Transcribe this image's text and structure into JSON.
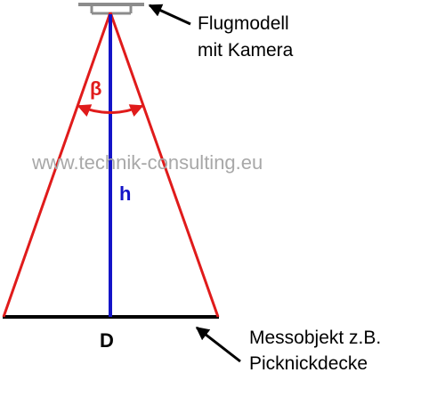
{
  "labels": {
    "camera_line1": "Flugmodell",
    "camera_line2": "mit Kamera",
    "angle_symbol": "β",
    "height_symbol": "h",
    "diameter_symbol": "D",
    "object_line1": "Messobjekt z.B.",
    "object_line2": "Picknickdecke"
  },
  "watermark": "www.technik-consulting.eu",
  "colors": {
    "cone": "#e01b1b",
    "height": "#1414c8",
    "angle": "#e01b1b",
    "ground": "#000000",
    "camera": "#8c8c8c",
    "watermark": "#a8a8a8"
  }
}
